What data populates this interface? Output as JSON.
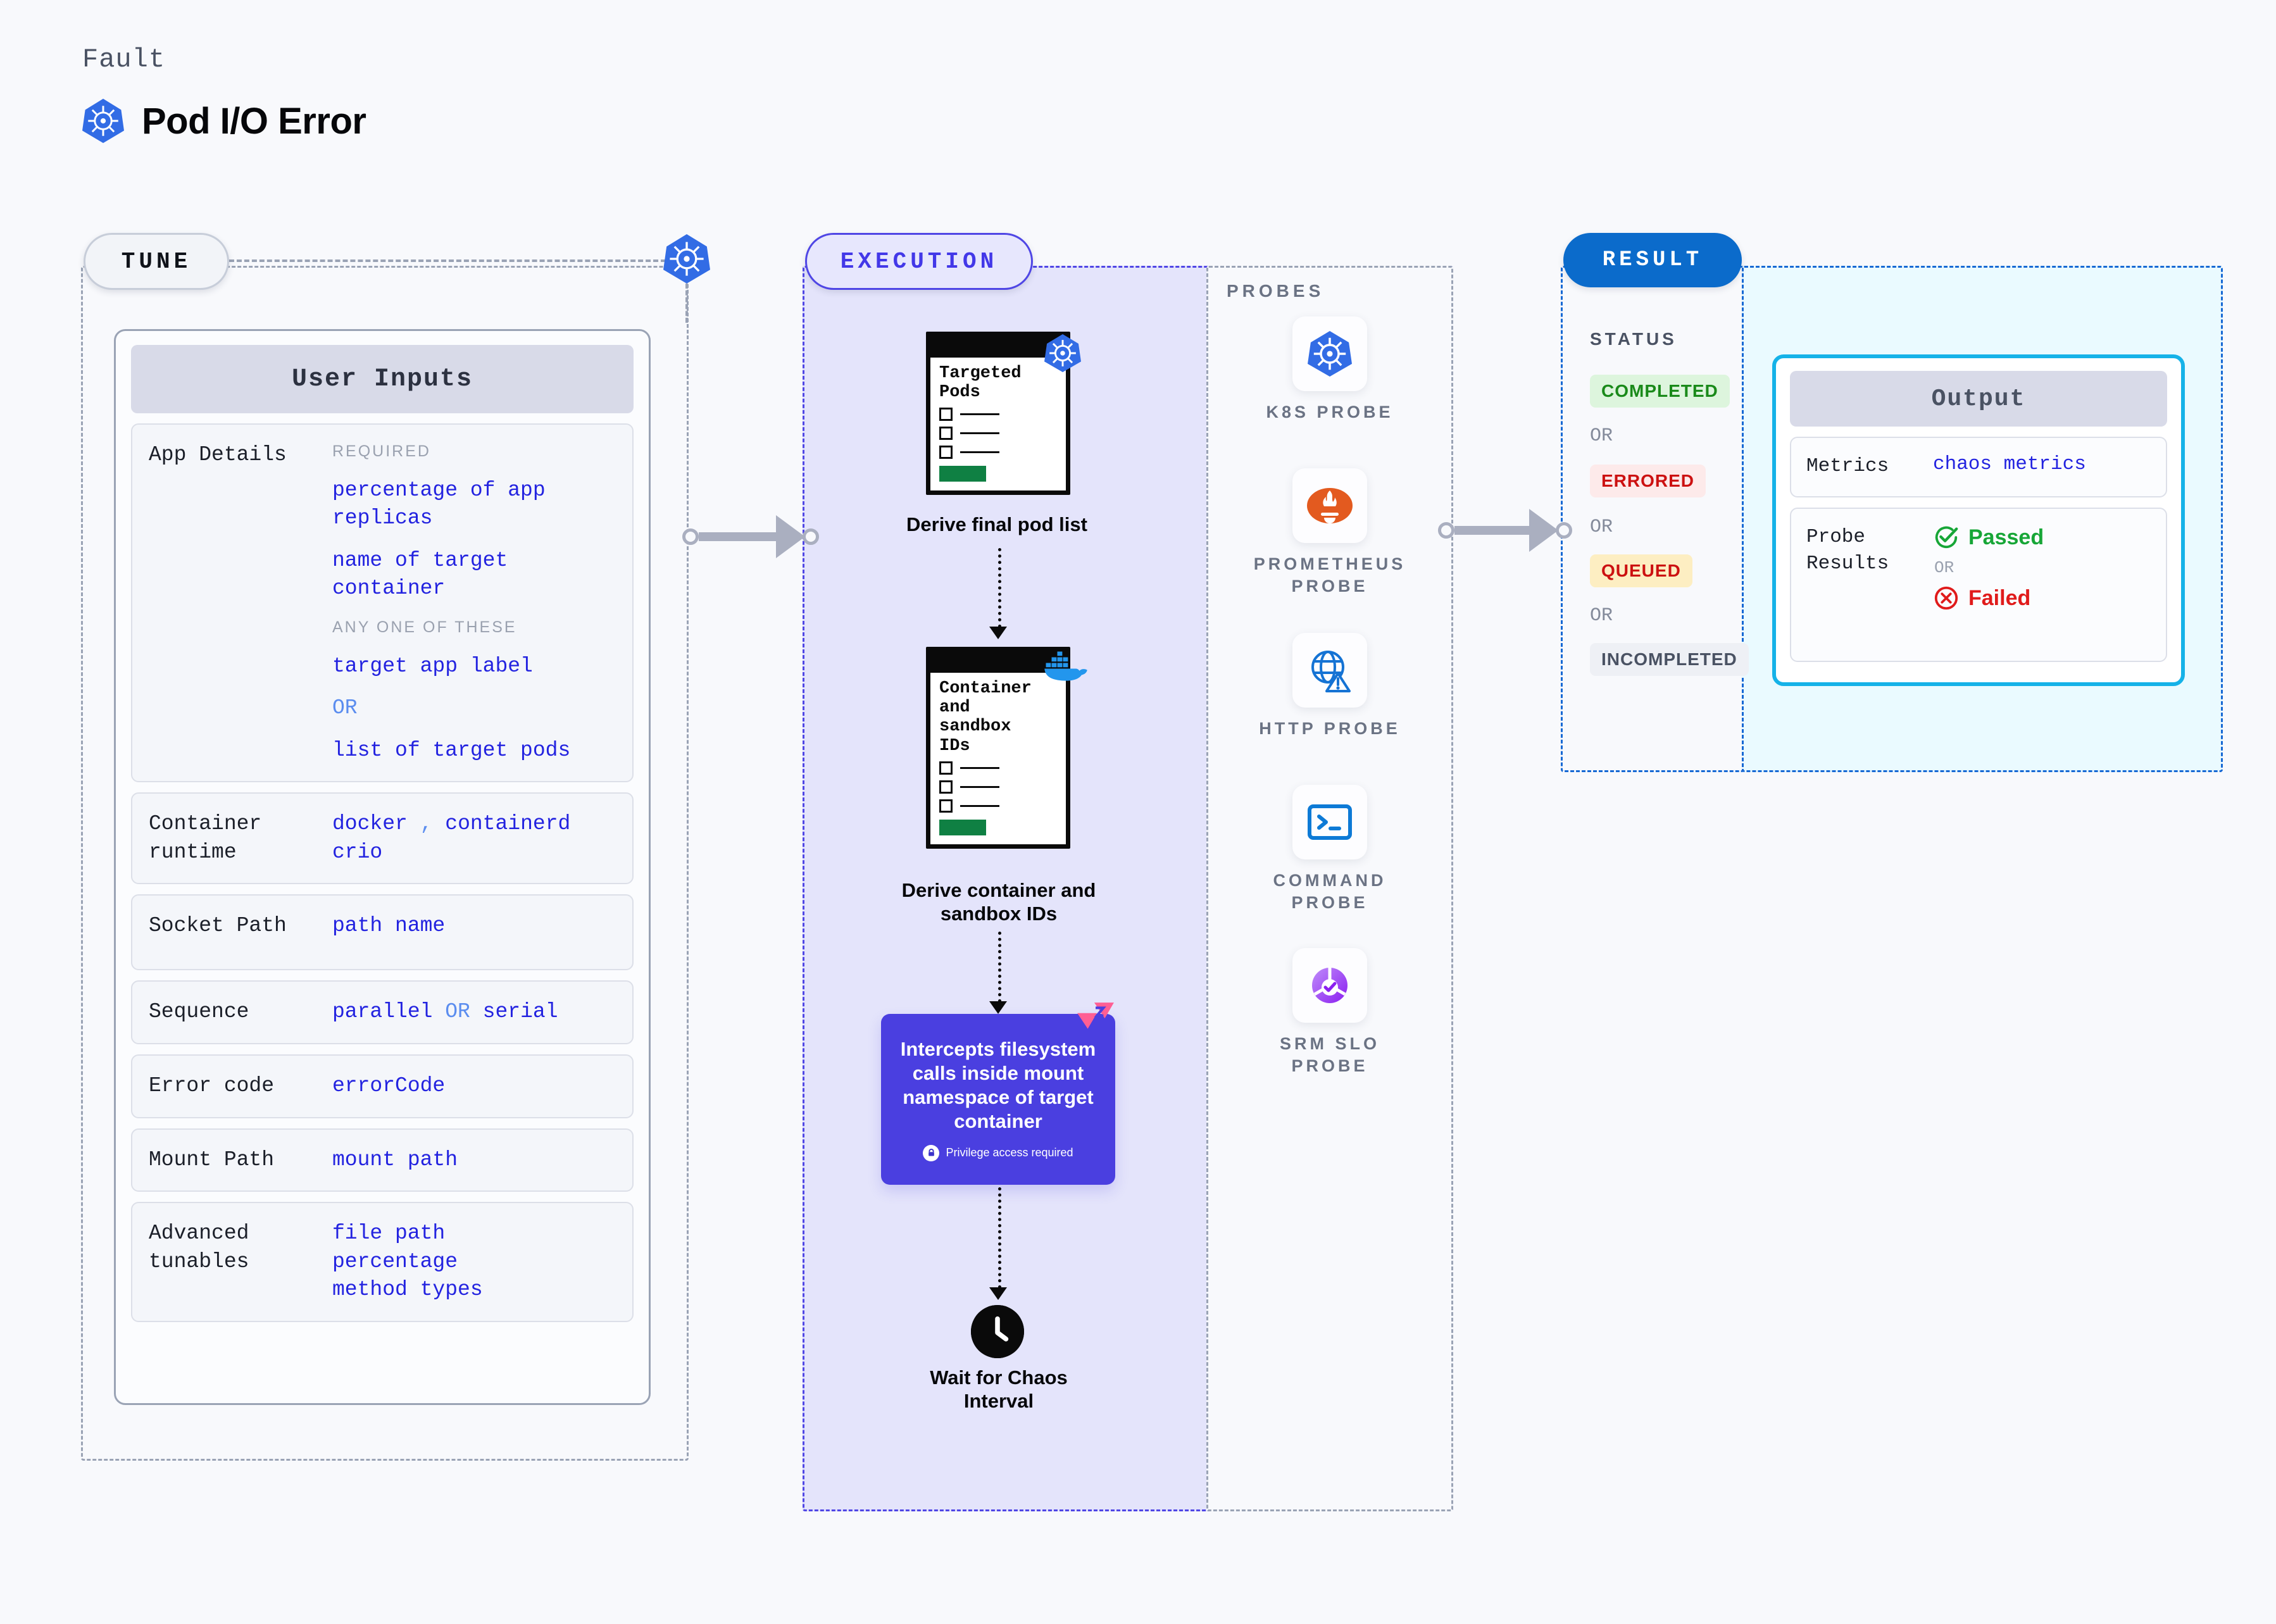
{
  "header": {
    "eyebrow": "Fault",
    "title": "Pod I/O Error",
    "icon": "kubernetes-icon"
  },
  "stages": {
    "tune": "TUNE",
    "execution": "EXECUTION",
    "result": "RESULT",
    "probes_title": "PROBES",
    "status_title": "STATUS"
  },
  "user_inputs": {
    "header": "User Inputs",
    "rows": [
      {
        "key": "App Details",
        "groups": [
          {
            "label": "REQUIRED",
            "values": [
              "percentage of app replicas",
              "name of target container"
            ]
          },
          {
            "label": "ANY ONE OF THESE",
            "values": [
              "target app label",
              "OR",
              "list of target pods"
            ]
          }
        ]
      },
      {
        "key": "Container runtime",
        "values": [
          "docker , containerd",
          "crio"
        ]
      },
      {
        "key": "Socket Path",
        "values": [
          "path name"
        ]
      },
      {
        "key": "Sequence",
        "values": [
          "parallel OR serial"
        ]
      },
      {
        "key": "Error code",
        "values": [
          "errorCode"
        ]
      },
      {
        "key": "Mount Path",
        "values": [
          "mount path"
        ]
      },
      {
        "key": "Advanced tunables",
        "values": [
          "file path",
          "percentage",
          "method types"
        ]
      }
    ],
    "detail": {
      "required_label": "REQUIRED",
      "req_1": "percentage of app",
      "req_1b": "replicas",
      "req_2": "name of target",
      "req_2b": "container",
      "anyone_label": "ANY ONE OF THESE",
      "any_1": "target app label",
      "any_or": "OR",
      "any_2": "list of target pods",
      "runtime_key": "Container runtime",
      "runtime_1a": "docker",
      "runtime_comma": ",",
      "runtime_1b": "containerd",
      "runtime_2": "crio",
      "socket_key": "Socket Path",
      "socket_val": "path name",
      "sequence_key": "Sequence",
      "sequence_a": "parallel",
      "sequence_or": "OR",
      "sequence_b": "serial",
      "error_key": "Error code",
      "error_val": "errorCode",
      "mount_key": "Mount Path",
      "mount_val": "mount path",
      "adv_key_a": "Advanced",
      "adv_key_b": "tunables",
      "adv_1": "file path",
      "adv_2": "percentage",
      "adv_3": "method types",
      "app_details_key": "App Details"
    }
  },
  "execution": {
    "steps": [
      {
        "card_title": "Targeted Pods",
        "label": "Derive final pod list",
        "badge": "kubernetes-icon"
      },
      {
        "card_title": "Container and sandbox IDs",
        "label": "Derive container and sandbox IDs",
        "badge": "docker-icon"
      }
    ],
    "card1_title_line1": "Targeted",
    "card1_title_line2": "Pods",
    "card1_label": "Derive final pod list",
    "card2_title_line1": "Container",
    "card2_title_line2": "and",
    "card2_title_line3": "sandbox",
    "card2_title_line4": "IDs",
    "card2_label_line1": "Derive container and",
    "card2_label_line2": "sandbox IDs",
    "action_text": "Intercepts filesystem calls inside mount namespace of target container",
    "privilege_note": "Privilege access required",
    "wait_label_line1": "Wait for Chaos",
    "wait_label_line2": "Interval"
  },
  "probes": [
    {
      "name": "K8S PROBE",
      "icon": "kubernetes-icon"
    },
    {
      "name": "PROMETHEUS PROBE",
      "icon": "prometheus-icon"
    },
    {
      "name": "HTTP PROBE",
      "icon": "globe-warning-icon"
    },
    {
      "name": "COMMAND PROBE",
      "icon": "terminal-icon"
    },
    {
      "name": "SRM SLO PROBE",
      "icon": "srm-slo-icon"
    }
  ],
  "probe_labels": {
    "p0": "K8S  PROBE",
    "p1_a": "PROMETHEUS",
    "p1_b": "PROBE",
    "p2": "HTTP  PROBE",
    "p3_a": "COMMAND",
    "p3_b": "PROBE",
    "p4_a": "SRM  SLO",
    "p4_b": "PROBE"
  },
  "result": {
    "statuses": [
      "COMPLETED",
      "ERRORED",
      "QUEUED",
      "INCOMPLETED"
    ],
    "separator": "OR",
    "s0": "COMPLETED",
    "s1": "ERRORED",
    "s2": "QUEUED",
    "s3": "INCOMPLETED",
    "or1": "OR",
    "or2": "OR",
    "or3": "OR"
  },
  "output": {
    "header": "Output",
    "metrics_key": "Metrics",
    "metrics_value": "chaos metrics",
    "probe_results_key_a": "Probe",
    "probe_results_key_b": "Results",
    "passed": "Passed",
    "failed": "Failed",
    "separator": "OR"
  },
  "colors": {
    "kubernetes_blue": "#326ce5",
    "execution_purple": "#4f46e5",
    "execution_fill": "#e4e4fb",
    "result_blue": "#0b6bcb",
    "output_cyan": "#15b2e8",
    "output_fill": "#eafaff",
    "action_purple": "#4a3fe0",
    "status_completed": "#1a8a1a",
    "status_errored": "#cc1111",
    "status_queued": "#cc1111",
    "status_incompleted": "#4a5263",
    "value_blue": "#2323e0",
    "or_blue": "#5b8def",
    "passed_green": "#17a637",
    "failed_red": "#e01b1b",
    "prometheus_orange": "#e35a1f",
    "docker_blue": "#2396ed",
    "litmus_pink": "#ff5f94"
  }
}
